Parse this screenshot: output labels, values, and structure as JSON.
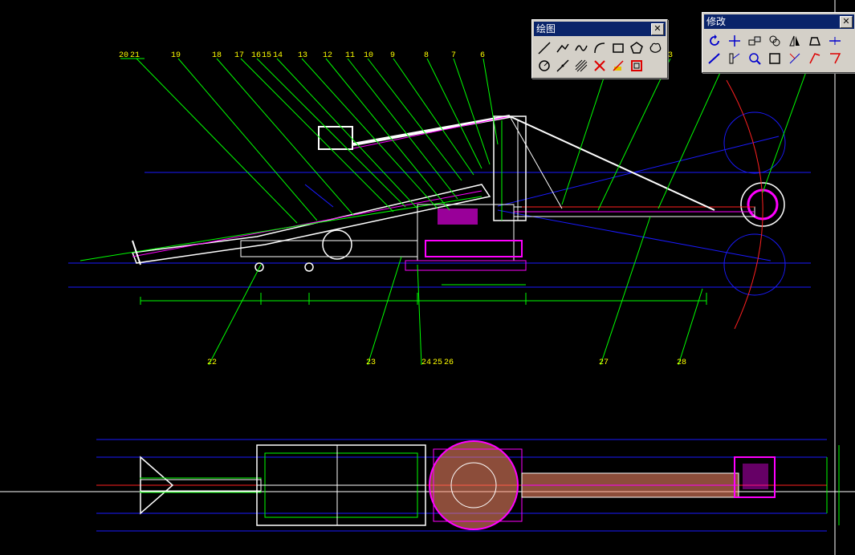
{
  "drawing": {
    "callouts": [
      "20",
      "21",
      "19",
      "18",
      "17",
      "16",
      "15",
      "14",
      "13",
      "12",
      "11",
      "10",
      "9",
      "8",
      "7",
      "6",
      "3"
    ],
    "bottom_callouts": [
      "22",
      "23",
      "24",
      "25",
      "26",
      "27",
      "28"
    ]
  },
  "draw_palette": {
    "title": "绘图",
    "tools": [
      "line-icon",
      "polyline-icon",
      "spline-icon",
      "arc-icon",
      "rectangle-icon",
      "polygon-icon",
      "revcloud-icon",
      "circle-icon",
      "xline-icon",
      "hatch-icon",
      "point-icon",
      "ray-icon",
      "block-icon",
      "region-icon"
    ]
  },
  "modify_palette": {
    "title": "修改",
    "tools": [
      "rotate-icon",
      "move-icon",
      "copy-icon",
      "offset-icon",
      "mirror-icon",
      "stretch-icon",
      "trim-icon",
      "break-icon",
      "extend-icon",
      "scale-icon",
      "array-icon",
      "explode-icon",
      "fillet-icon",
      "chamfer-icon"
    ]
  },
  "colors": {
    "background": "#000000",
    "green": "#00ff00",
    "yellow": "#ffff00",
    "magenta": "#ff00ff",
    "blue": "#1a1aff",
    "red": "#ff2020",
    "white": "#ffffff"
  }
}
